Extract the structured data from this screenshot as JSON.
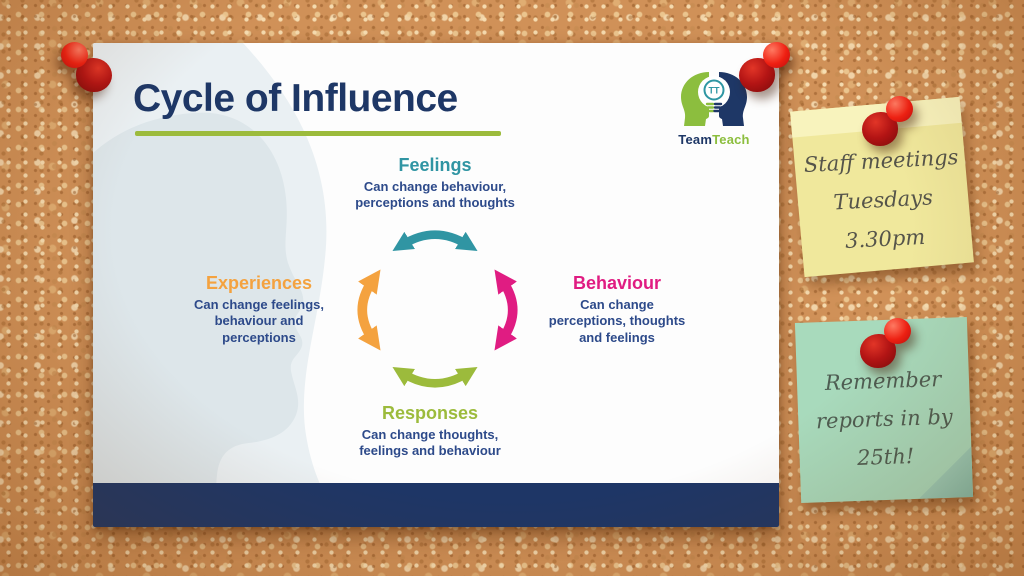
{
  "poster": {
    "title": "Cycle of Influence",
    "title_color": "#1E3766",
    "underline_color": "#9CBB3C",
    "footer_color": "#1E3666",
    "logo": {
      "monogram": "TT",
      "word_part1": "Team",
      "word_part2": "Teach"
    },
    "nodes": {
      "feelings": {
        "label": "Feelings",
        "color": "#3095A3",
        "desc": [
          "Can change behaviour,",
          "perceptions and thoughts"
        ]
      },
      "behaviour": {
        "label": "Behaviour",
        "color": "#E01C82",
        "desc": [
          "Can change",
          "perceptions, thoughts",
          "and feelings"
        ]
      },
      "responses": {
        "label": "Responses",
        "color": "#9CBB3C",
        "desc": [
          "Can change thoughts,",
          "feelings and behaviour"
        ]
      },
      "experiences": {
        "label": "Experiences",
        "color": "#F4A23F",
        "desc": [
          "Can change feelings,",
          "behaviour and",
          "perceptions"
        ]
      }
    },
    "arrow_colors": {
      "top": "#3095A3",
      "right": "#E01C82",
      "bottom": "#9CBB3C",
      "left": "#F4A23F"
    }
  },
  "notes": {
    "yellow": {
      "color": "#F0E89C",
      "lines": [
        "Staff meetings",
        "Tuesdays",
        "3.30pm"
      ]
    },
    "green": {
      "color": "#A8DABC",
      "lines": [
        "Remember",
        "reports in by",
        "25th!"
      ]
    }
  },
  "pins": {
    "color": "#D81E14",
    "count": 4
  }
}
